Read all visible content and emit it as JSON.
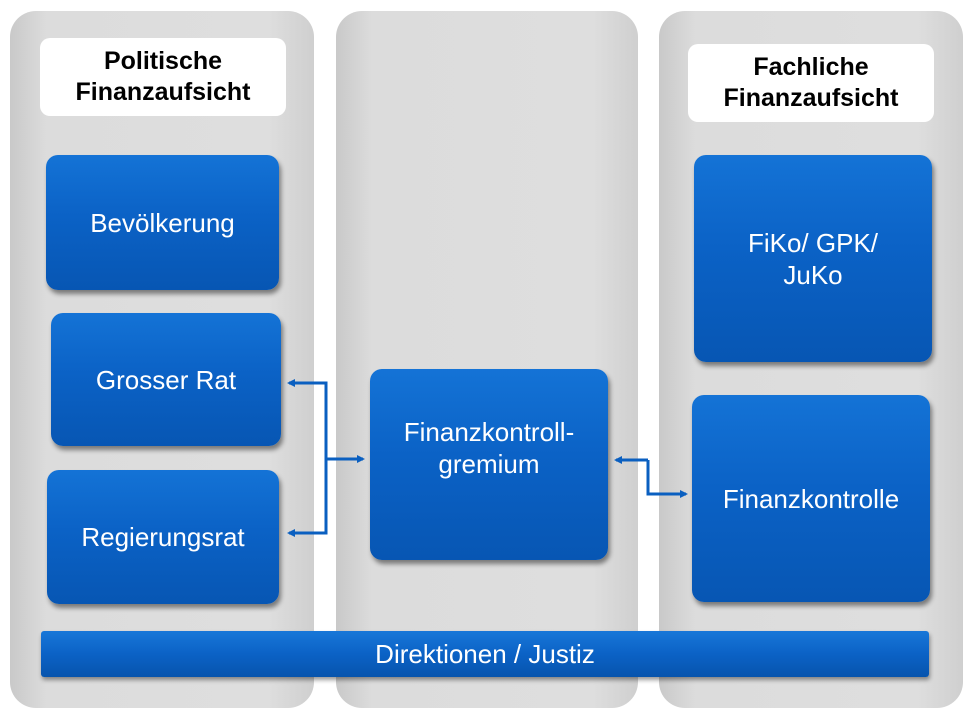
{
  "columns": {
    "left": {
      "header": [
        "Politische",
        "Finanzaufsicht"
      ]
    },
    "right": {
      "header": [
        "Fachliche",
        "Finanzaufsicht"
      ]
    }
  },
  "boxes": {
    "bevoelkerung": "Bevölkerung",
    "grosser_rat": "Grosser Rat",
    "regierungsrat": "Regierungsrat",
    "finanzkontrollgremium": [
      "Finanzkontroll-",
      "gremium"
    ],
    "fiko": [
      "FiKo/ GPK/",
      "JuKo"
    ],
    "finanzkontrolle": "Finanzkontrolle"
  },
  "bar": {
    "label": "Direktionen / Justiz"
  },
  "colors": {
    "column_bg": "#dedede",
    "box_blue": "#0b62c6",
    "arrow_blue": "#0a5fc0",
    "text_white": "#ffffff"
  }
}
